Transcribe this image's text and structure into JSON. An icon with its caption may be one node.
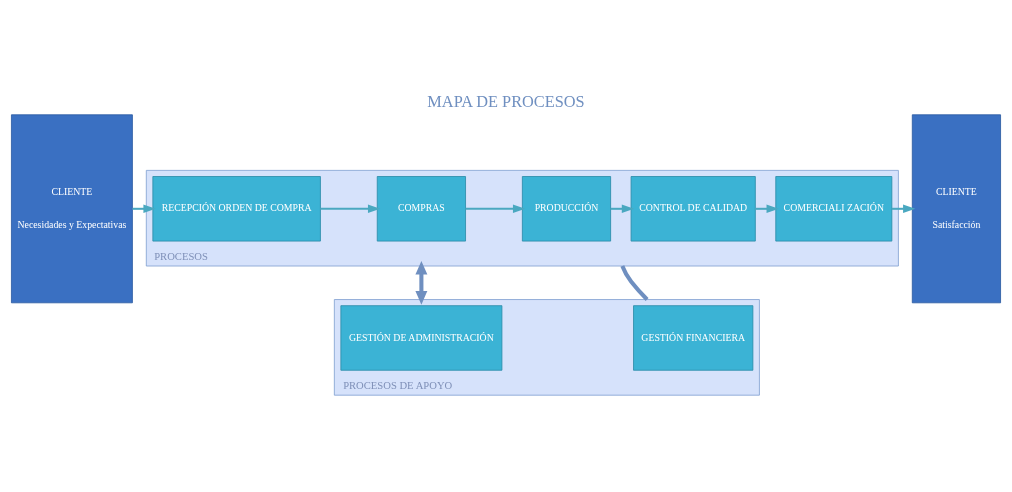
{
  "diagram": {
    "title": "MAPA DE PROCESOS",
    "nodes": [
      {
        "text": [
          "CLIENTE",
          "Necesidades y Expectativas"
        ]
      },
      {
        "text": [
          "PROCESOS"
        ]
      },
      {
        "text": [
          "RECEPCIÓN ORDEN DE COMPRA"
        ],
        "in": 1
      },
      {
        "text": [
          "COMPRAS"
        ],
        "in": 1
      },
      {
        "text": [
          "PRODUCCIÓN"
        ],
        "in": 1
      },
      {
        "text": [
          "CONTROL DE CALIDAD"
        ],
        "in": 1
      },
      {
        "text": [
          "COMERCIALI ZACIÓN"
        ],
        "in": 1
      },
      {
        "text": [
          "CLIENTE",
          "Satisfacción"
        ]
      },
      {
        "text": [
          "PROCESOS DE APOYO"
        ]
      },
      {
        "text": [
          "GESTIÓN DE ADMINISTRACIÓN"
        ],
        "in": 8
      },
      {
        "text": [
          "GESTIÓN FINANCIERA"
        ],
        "in": 8
      }
    ],
    "edges": [
      {
        "from": 0,
        "to": 2,
        "arrow": "to"
      },
      {
        "from": 2,
        "to": 3,
        "arrow": "to"
      },
      {
        "from": 3,
        "to": 4,
        "arrow": "to"
      },
      {
        "from": 4,
        "to": 5,
        "arrow": "to"
      },
      {
        "from": 5,
        "to": 6,
        "arrow": "to"
      },
      {
        "from": 6,
        "to": 7,
        "arrow": "to"
      },
      {
        "from": 1,
        "to": 8,
        "arrow": "both",
        "style": "thick",
        "color": "#6f8fc0"
      },
      {
        "from": 8,
        "to": 1,
        "arrow": "none",
        "style": "thick",
        "color": "#6f8fc0"
      }
    ]
  }
}
